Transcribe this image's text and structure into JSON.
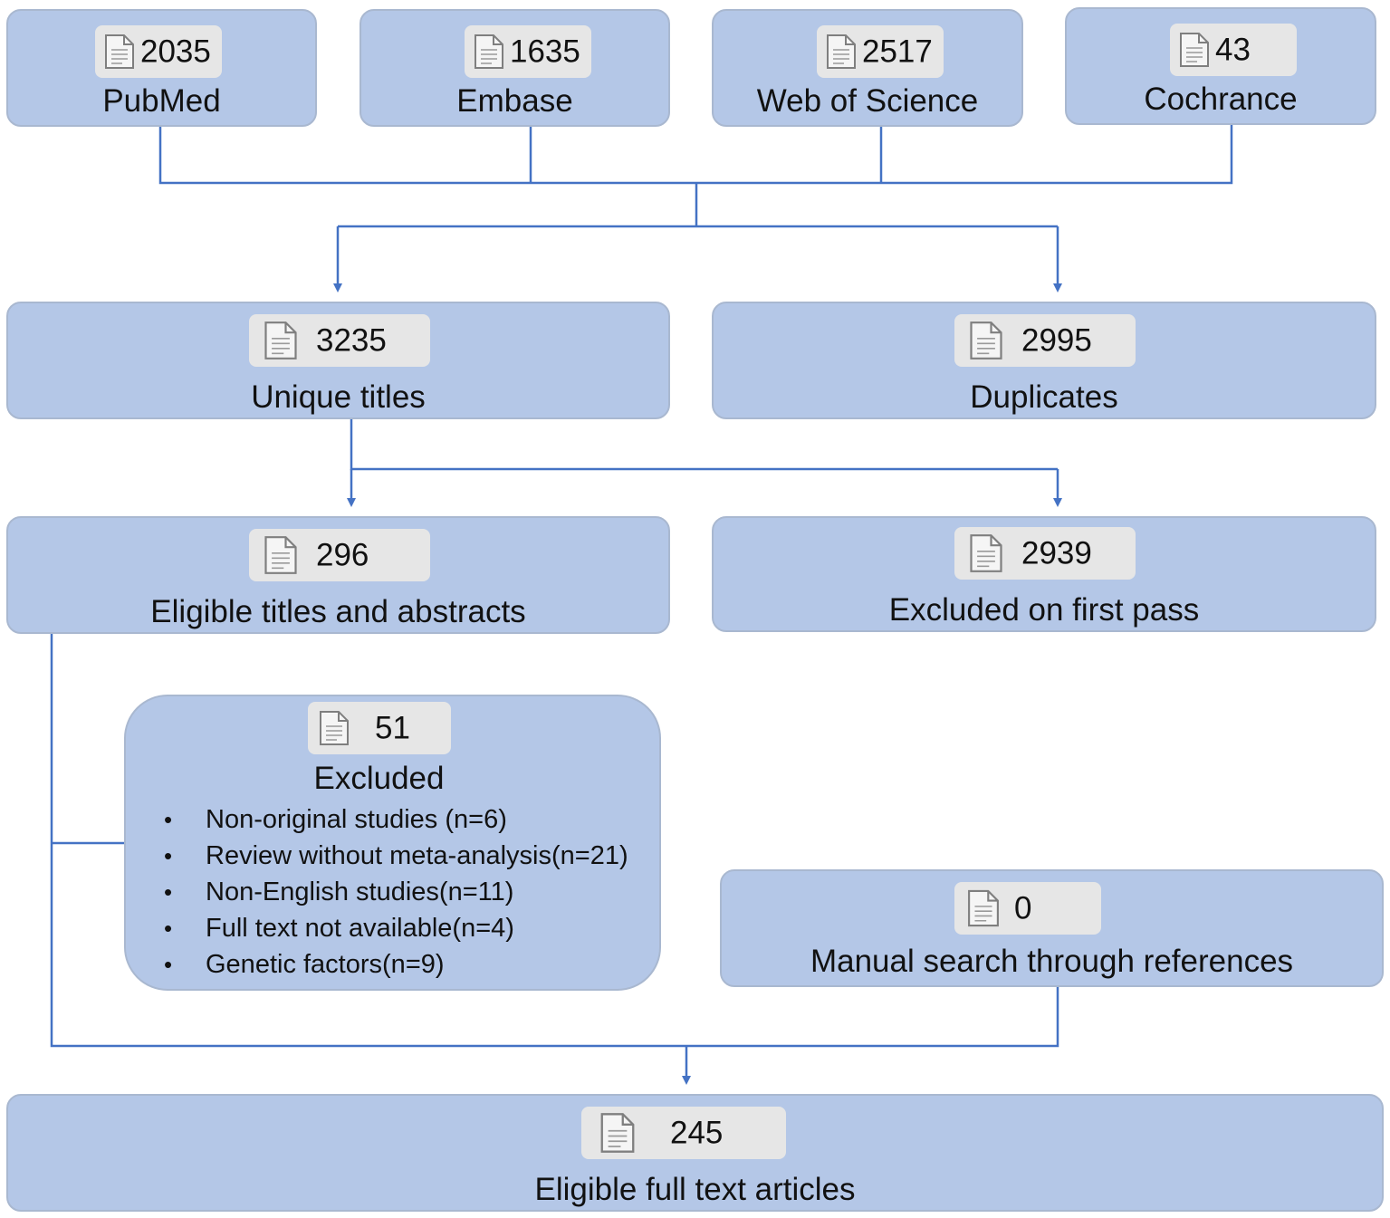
{
  "sources": [
    {
      "count": "2035",
      "name": "PubMed"
    },
    {
      "count": "1635",
      "name": "Embase"
    },
    {
      "count": "2517",
      "name": "Web of Science"
    },
    {
      "count": "43",
      "name": "Cochrance"
    }
  ],
  "unique": {
    "count": "3235",
    "label": "Unique titles"
  },
  "duplicates": {
    "count": "2995",
    "label": "Duplicates"
  },
  "eligible_abstracts": {
    "count": "296",
    "label": "Eligible titles and abstracts"
  },
  "excluded_first": {
    "count": "2939",
    "label": "Excluded on first pass"
  },
  "excluded": {
    "count": "51",
    "label": "Excluded",
    "reasons": [
      "Non-original studies (n=6)",
      "Review without meta-analysis(n=21)",
      "Non-English studies(n=11)",
      "Full text not available(n=4)",
      "Genetic factors(n=9)"
    ]
  },
  "manual": {
    "count": "0",
    "label": "Manual search through references"
  },
  "full_text": {
    "count": "245",
    "label": "Eligible full text articles"
  },
  "colors": {
    "box_fill": "#b4c7e7",
    "connector": "#4472c4",
    "badge_fill": "#e6e6e6"
  },
  "icons": {
    "count_badge": "document-icon"
  }
}
